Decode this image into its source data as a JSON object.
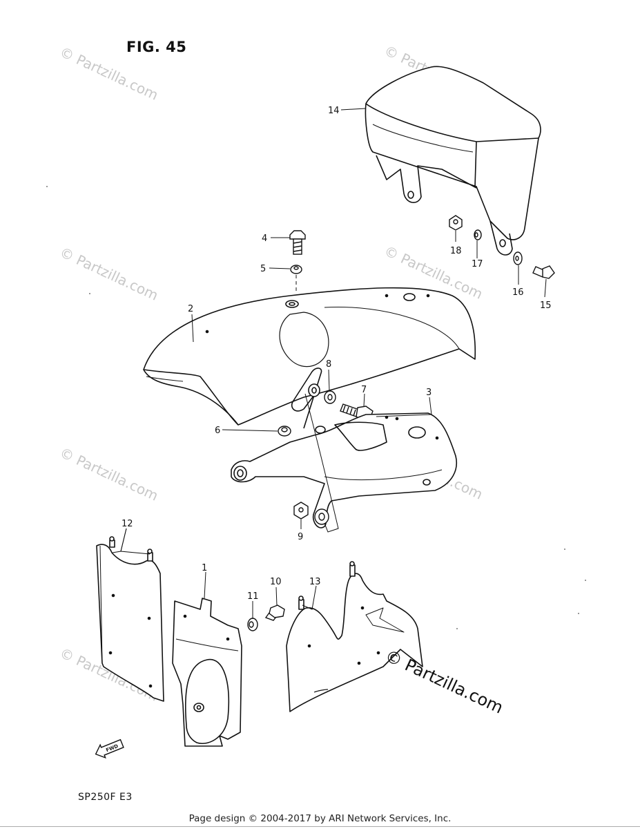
{
  "figure_title": "FIG. 45",
  "model_code": "SP250F  E3",
  "footer_text": "Page design © 2004-2017 by ARI Network Services, Inc.",
  "watermark_text": "© Partzilla.com",
  "direction_badge": "FWD",
  "callouts": {
    "c1": "1",
    "c2": "2",
    "c3": "3",
    "c4": "4",
    "c5": "5",
    "c6": "6",
    "c7": "7",
    "c8": "8",
    "c9": "9",
    "c10": "10",
    "c11": "11",
    "c12": "12",
    "c13": "13",
    "c14": "14",
    "c15": "15",
    "c16": "16",
    "c17": "17",
    "c18": "18"
  }
}
